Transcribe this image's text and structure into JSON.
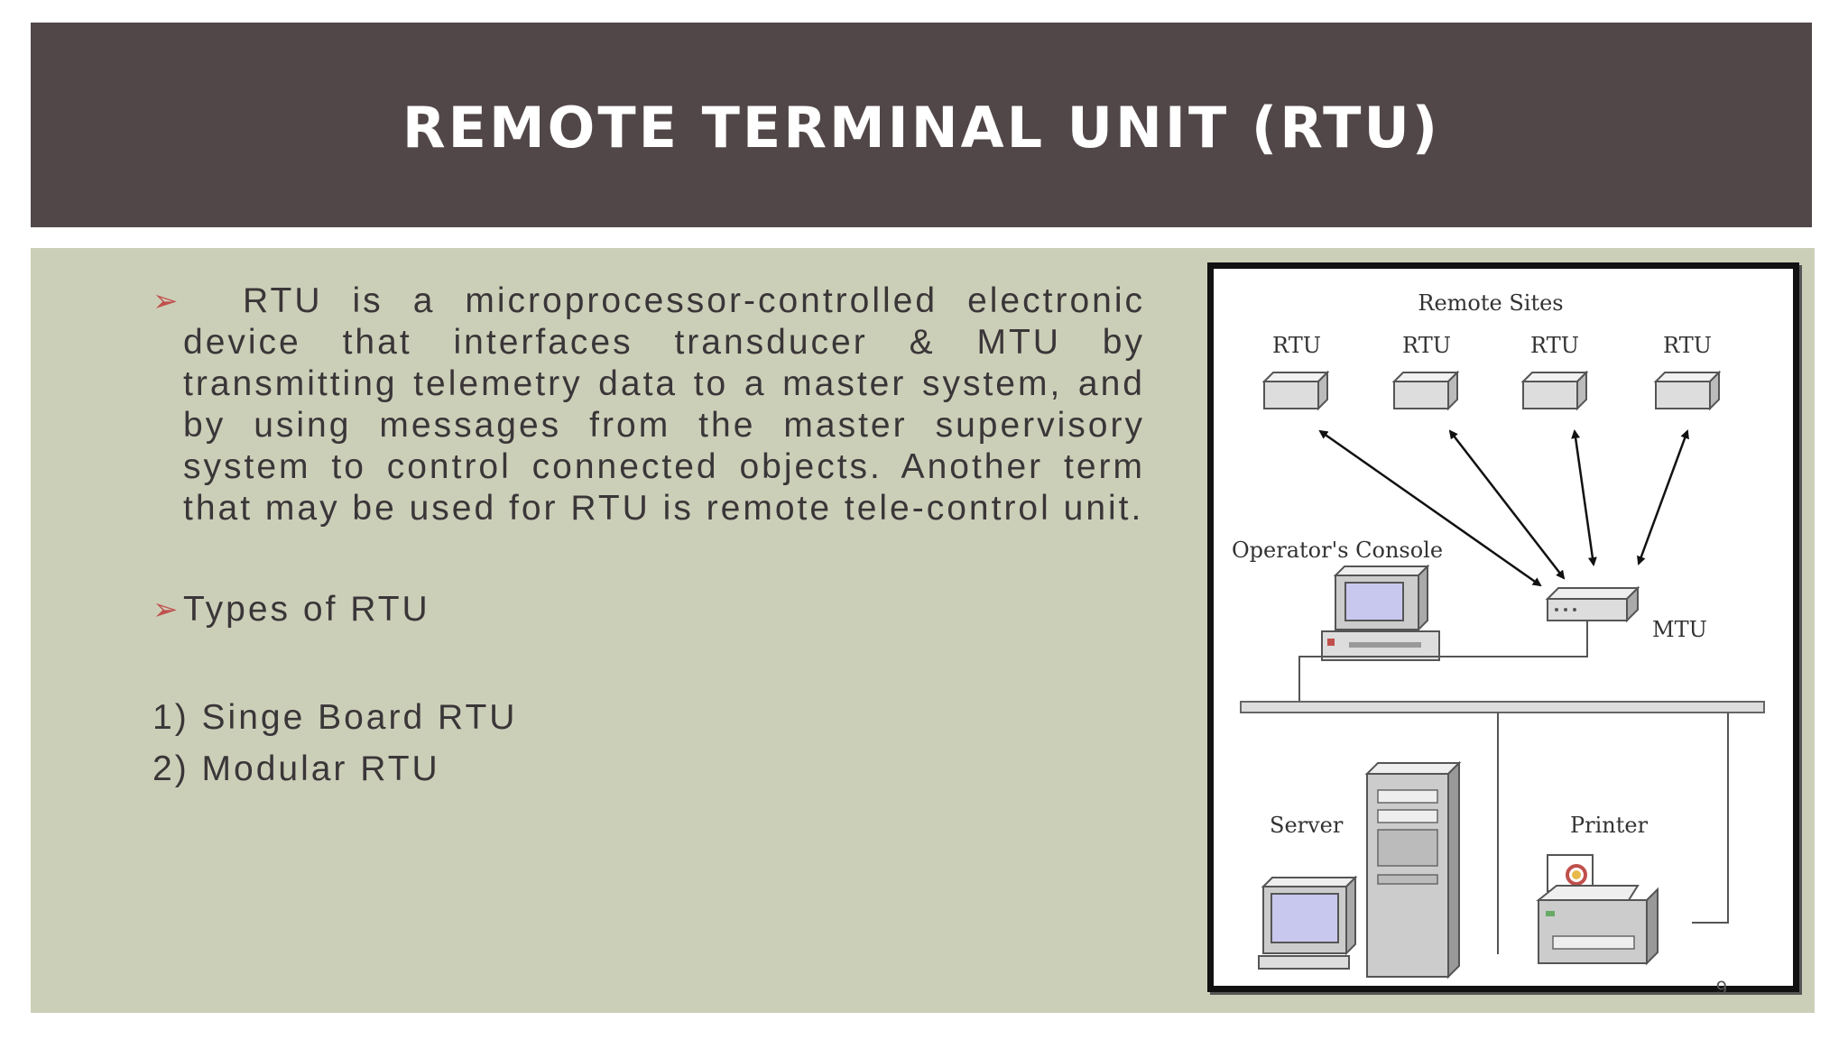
{
  "slide": {
    "title": "REMOTE TERMINAL UNIT (RTU)",
    "bullets": [
      {
        "icon": "arrow-bullet-icon",
        "text": "RTU is a microprocessor-controlled electronic device that interfaces transducer & MTU by transmitting telemetry data to a master system, and by using messages from the master supervisory system to control connected objects. Another term that may be used for RTU is remote tele-control unit."
      },
      {
        "icon": "arrow-bullet-icon",
        "text": "Types of RTU"
      }
    ],
    "arrow_glyph": "➢",
    "types": [
      "1) Singe Board RTU",
      "2) Modular RTU"
    ],
    "page_number": "9"
  },
  "diagram": {
    "remote_sites_label": "Remote Sites",
    "rtu_labels": [
      "RTU",
      "RTU",
      "RTU",
      "RTU"
    ],
    "operator_console_label": "Operator's Console",
    "mtu_label": "MTU",
    "server_label": "Server",
    "printer_label": "Printer"
  },
  "colors": {
    "title_bg": "#524748",
    "content_bg": "#cccfb8",
    "bullet_arrow": "#c0504d"
  }
}
